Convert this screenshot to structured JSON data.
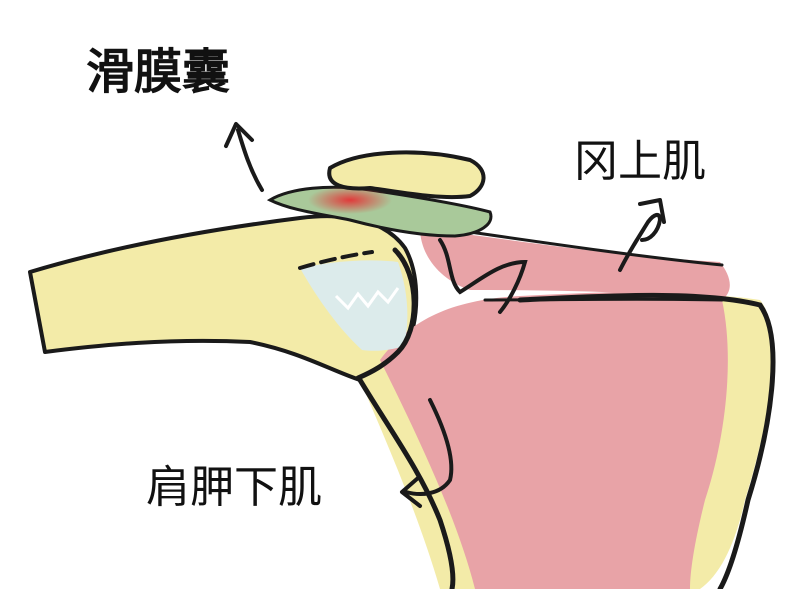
{
  "labels": {
    "bursa": "滑膜囊",
    "supraspinatus": "冈上肌",
    "subscapularis": "肩胛下肌"
  },
  "colors": {
    "bone": "#f3eba8",
    "muscle": "#e8a3a7",
    "cartilage": "#dcebeb",
    "bursa": "#a9c99a",
    "inflamed": "#e03a3a",
    "outline": "#1a1a1a"
  }
}
